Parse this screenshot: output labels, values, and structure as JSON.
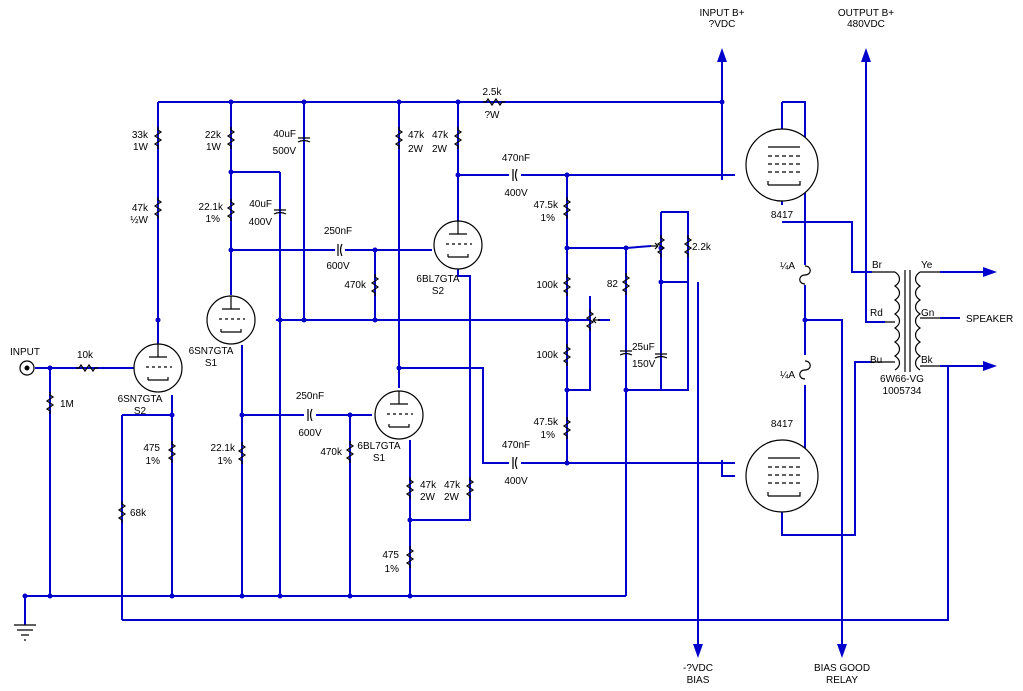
{
  "labels": {
    "input_bplus": "INPUT B+",
    "input_bplus_v": "?VDC",
    "output_bplus": "OUTPUT B+",
    "output_bplus_v": "480VDC",
    "speaker": "SPEAKER",
    "input": "INPUT",
    "bias_v": "-?VDC",
    "bias": "BIAS",
    "bias_good": "BIAS GOOD",
    "relay": "RELAY"
  },
  "tubes": {
    "v1": {
      "type": "6SN7GTA",
      "section": "S2"
    },
    "v2": {
      "type": "6SN7GTA",
      "section": "S1"
    },
    "v3": {
      "type": "6BL7GTA",
      "section": "S2"
    },
    "v4": {
      "type": "6BL7GTA",
      "section": "S1"
    },
    "v5": {
      "type": "8417"
    },
    "v6": {
      "type": "8417"
    }
  },
  "transformer": {
    "model": "6W66-VG",
    "part": "1005734",
    "leads": {
      "br": "Br",
      "rd": "Rd",
      "bu": "Bu",
      "ye": "Ye",
      "gn": "Gn",
      "bk": "Bk"
    }
  },
  "components": {
    "r_in": {
      "value": "10k"
    },
    "r_grid1": {
      "value": "1M"
    },
    "r_68k": {
      "value": "68k"
    },
    "r_33k": {
      "value": "33k",
      "rating": "1W"
    },
    "r_47k_half": {
      "value": "47k",
      "rating": "½W"
    },
    "r_22k": {
      "value": "22k",
      "rating": "1W"
    },
    "r_221a": {
      "value": "22.1k",
      "rating": "1%"
    },
    "r_221b": {
      "value": "22.1k",
      "rating": "1%"
    },
    "r_475a": {
      "value": "475",
      "rating": "1%"
    },
    "r_475b": {
      "value": "475",
      "rating": "1%"
    },
    "c_40a": {
      "value": "40uF",
      "rating": "500V"
    },
    "c_40b": {
      "value": "40uF",
      "rating": "400V"
    },
    "c_250a": {
      "value": "250nF",
      "rating": "600V"
    },
    "c_250b": {
      "value": "250nF",
      "rating": "600V"
    },
    "r_470a": {
      "value": "470k"
    },
    "r_470b": {
      "value": "470k"
    },
    "r_47k_2w_a": {
      "value": "47k",
      "rating": "2W"
    },
    "r_47k_2w_b": {
      "value": "47k",
      "rating": "2W"
    },
    "r_47k_2w_c": {
      "value": "47k",
      "rating": "2W"
    },
    "r_47k_2w_d": {
      "value": "47k",
      "rating": "2W"
    },
    "r_25k": {
      "value": "2.5k",
      "rating": "?W"
    },
    "c_470a": {
      "value": "470nF",
      "rating": "400V"
    },
    "c_470b": {
      "value": "470nF",
      "rating": "400V"
    },
    "r_475k_a": {
      "value": "47.5k",
      "rating": "1%"
    },
    "r_475k_b": {
      "value": "47.5k",
      "rating": "1%"
    },
    "r_100k_a": {
      "value": "100k"
    },
    "r_100k_b": {
      "value": "100k"
    },
    "r_82": {
      "value": "82"
    },
    "c_25u": {
      "value": "25uF",
      "rating": "150V"
    },
    "r_22k_small": {
      "value": "2.2k"
    },
    "fuse_a": {
      "value": "¼A"
    },
    "fuse_b": {
      "value": "¼A"
    }
  }
}
